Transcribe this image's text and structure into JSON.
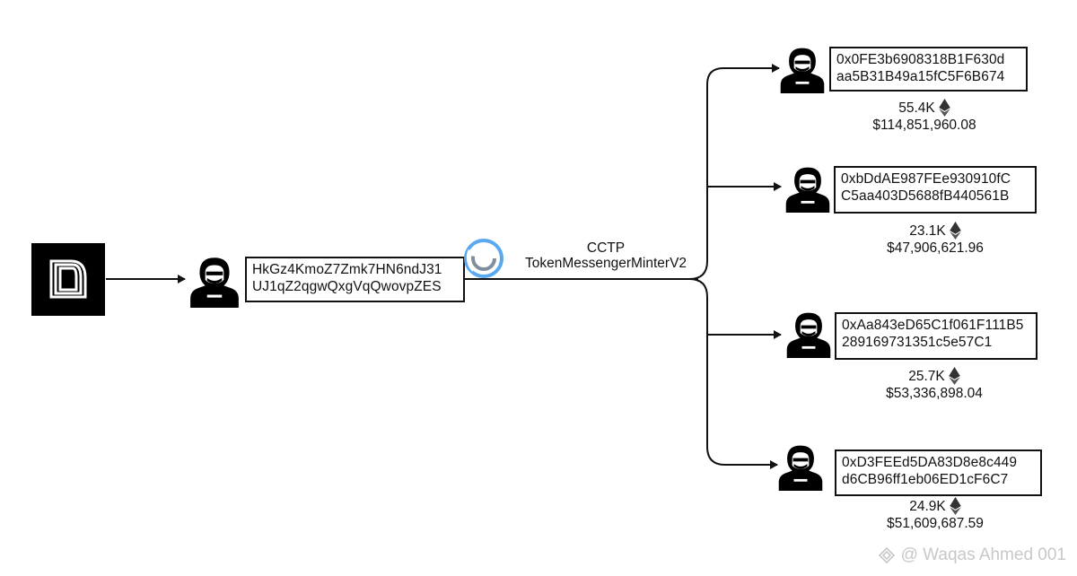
{
  "source": {
    "icon": "layered-d-logo-icon",
    "address_line1": "HkGz4KmoZ7Zmk7HN6ndJ31",
    "address_line2": "UJ1qZ2qgwQxgVqQwovpZES"
  },
  "bridge": {
    "icon": "circle-cctp-logo-icon",
    "line1": "CCTP",
    "line2": "TokenMessengerMinterV2"
  },
  "recipients": [
    {
      "icon": "hacker-icon",
      "line1": "0x0FE3b6908318B1F630d",
      "line2": "aa5B31B49a15fC5F6B674",
      "eth": "55.4K",
      "usd": "$114,851,960.08"
    },
    {
      "icon": "hacker-icon",
      "line1": "0xbDdAE987FEe930910fC",
      "line2": "C5aa403D5688fB440561B",
      "eth": "23.1K",
      "usd": "$47,906,621.96"
    },
    {
      "icon": "hacker-icon",
      "line1": "0xAa843eD65C1f061F111B5",
      "line2": "289169731351c5e57C1",
      "eth": "25.7K",
      "usd": "$53,336,898.04"
    },
    {
      "icon": "hacker-icon",
      "line1": "0xD3FEEd5DA83D8e8c449",
      "line2": "d6CB96ff1eb06ED1cF6C7",
      "eth": "24.9K",
      "usd": "$51,609,687.59"
    }
  ],
  "watermark": "@ Waqas Ahmed 001",
  "colors": {
    "logo_bg": "#000000",
    "bridge_blue": "#5aa8f0",
    "bridge_gray": "#7f8e9c",
    "watermark": "#c8c8c8"
  }
}
